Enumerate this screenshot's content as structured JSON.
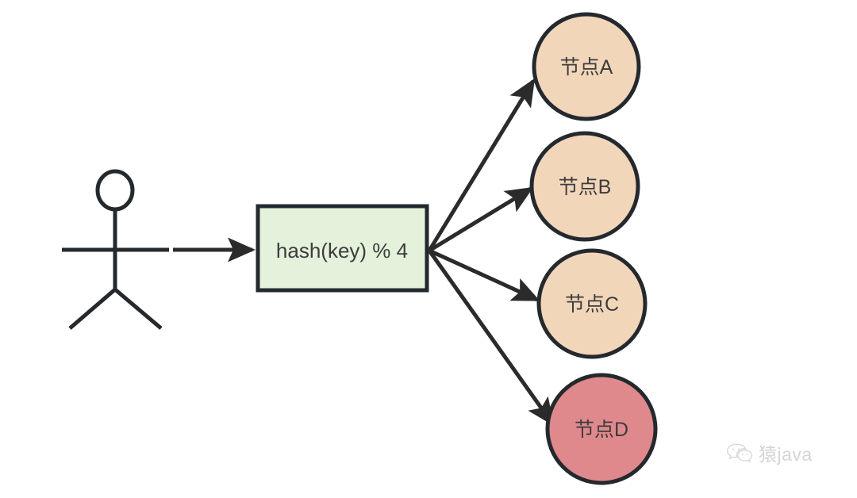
{
  "diagram": {
    "type": "hash-routing-diagram",
    "actor": {
      "icon_name": "stick-figure-user",
      "label": ""
    },
    "process_box": {
      "label": "hash(key) % 4",
      "fill": "#E4F2DC",
      "stroke": "#24292e"
    },
    "nodes": [
      {
        "label": "节点A",
        "fill": "#F2D6BA",
        "stroke": "#24292e"
      },
      {
        "label": "节点B",
        "fill": "#F2D6BA",
        "stroke": "#24292e"
      },
      {
        "label": "节点C",
        "fill": "#F2D6BA",
        "stroke": "#24292e"
      },
      {
        "label": "节点D",
        "fill": "#E0898D",
        "stroke": "#24292e"
      }
    ],
    "edges": [
      {
        "from": "hash(key) % 4",
        "to": "节点A"
      },
      {
        "from": "hash(key) % 4",
        "to": "节点B"
      },
      {
        "from": "hash(key) % 4",
        "to": "节点C"
      },
      {
        "from": "hash(key) % 4",
        "to": "节点D"
      }
    ]
  },
  "watermark": {
    "icon_name": "wechat-icon",
    "text": "猿java"
  }
}
